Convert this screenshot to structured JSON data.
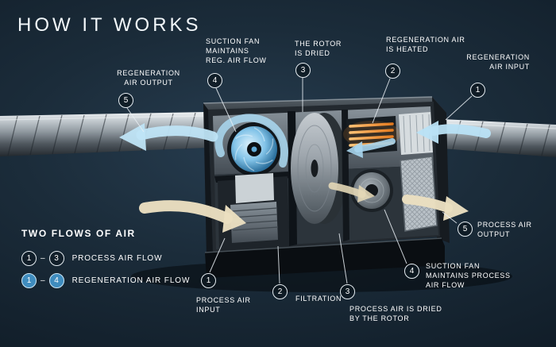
{
  "title": "HOW IT WORKS",
  "colors": {
    "background": "#15222d",
    "accent_blue": "#5aa7d4",
    "heater_orange": "#e8943e",
    "process_cream": "#eadfc0",
    "regen_badge_fill": "#3f8cbe"
  },
  "callouts": {
    "reg_output": {
      "num": "5",
      "label": "REGENERATION\nAIR OUTPUT"
    },
    "suction_fan_reg": {
      "num": "4",
      "label": "SUCTION FAN\nMAINTAINS\nREG. AIR FLOW"
    },
    "rotor_dried": {
      "num": "3",
      "label": "THE ROTOR\nIS DRIED"
    },
    "reg_heated": {
      "num": "2",
      "label": "REGENERATION AIR\nIS HEATED"
    },
    "reg_input": {
      "num": "1",
      "label": "REGENERATION\nAIR INPUT"
    },
    "process_input": {
      "num": "1",
      "label": "PROCESS AIR\nINPUT"
    },
    "filtration": {
      "num": "2",
      "label": "FILTRATION"
    },
    "process_dried": {
      "num": "3",
      "label": "PROCESS AIR IS DRIED\nBY THE ROTOR"
    },
    "suction_fan_process": {
      "num": "4",
      "label": "SUCTION FAN\nMAINTAINS PROCESS\nAIR FLOW"
    },
    "process_output": {
      "num": "5",
      "label": "PROCESS AIR\nOUTPUT"
    }
  },
  "legend": {
    "title": "TWO FLOWS OF AIR",
    "rows": [
      {
        "from": "1",
        "dash": "–",
        "to": "3",
        "label": "PROCESS AIR FLOW"
      },
      {
        "from": "1",
        "dash": "–",
        "to": "4",
        "label": "REGENERATION AIR FLOW"
      }
    ]
  }
}
